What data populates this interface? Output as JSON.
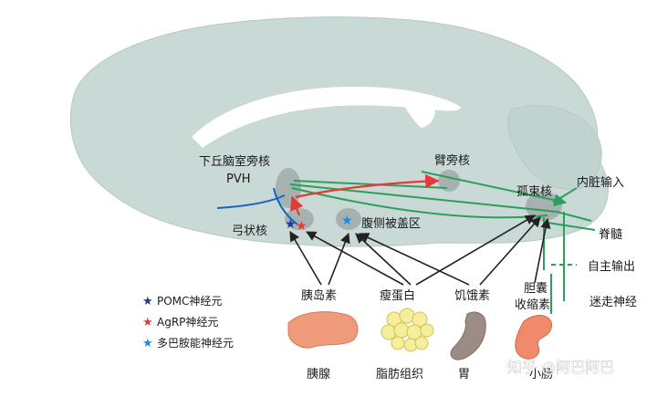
{
  "nodes": {
    "pvh_cn": "下丘脑室旁核",
    "pvh_en": "PVH",
    "arcuate": "弓状核",
    "vta": "腹侧被盖区",
    "parabrachial": "臂旁核",
    "nts": "孤束核",
    "visceral_input": "内脏输入",
    "spinal_cord": "脊髓",
    "autonomic_output": "自主输出",
    "vagus": "迷走神经"
  },
  "signals": {
    "insulin": "胰岛素",
    "leptin": "瘦蛋白",
    "ghrelin": "饥饿素",
    "cck_line1": "胆囊",
    "cck_line2": "收缩素"
  },
  "organs": {
    "pancreas": "胰腺",
    "adipose": "脂肪组织",
    "stomach": "胃",
    "intestine_partial": "小肠"
  },
  "legend": [
    {
      "label": "POMC神经元",
      "color": "#1f3a93"
    },
    {
      "label": "AgRP神经元",
      "color": "#e53935"
    },
    {
      "label": "多巴胺能神经元",
      "color": "#1e88e5"
    }
  ],
  "watermark": "知乎 @阿巴阿巴",
  "colors": {
    "brain_fill": "#c9d9d6",
    "green_path": "#2e9e5b",
    "red_path": "#e53935",
    "blue_path": "#1565c0",
    "arrow_black": "#222222"
  }
}
